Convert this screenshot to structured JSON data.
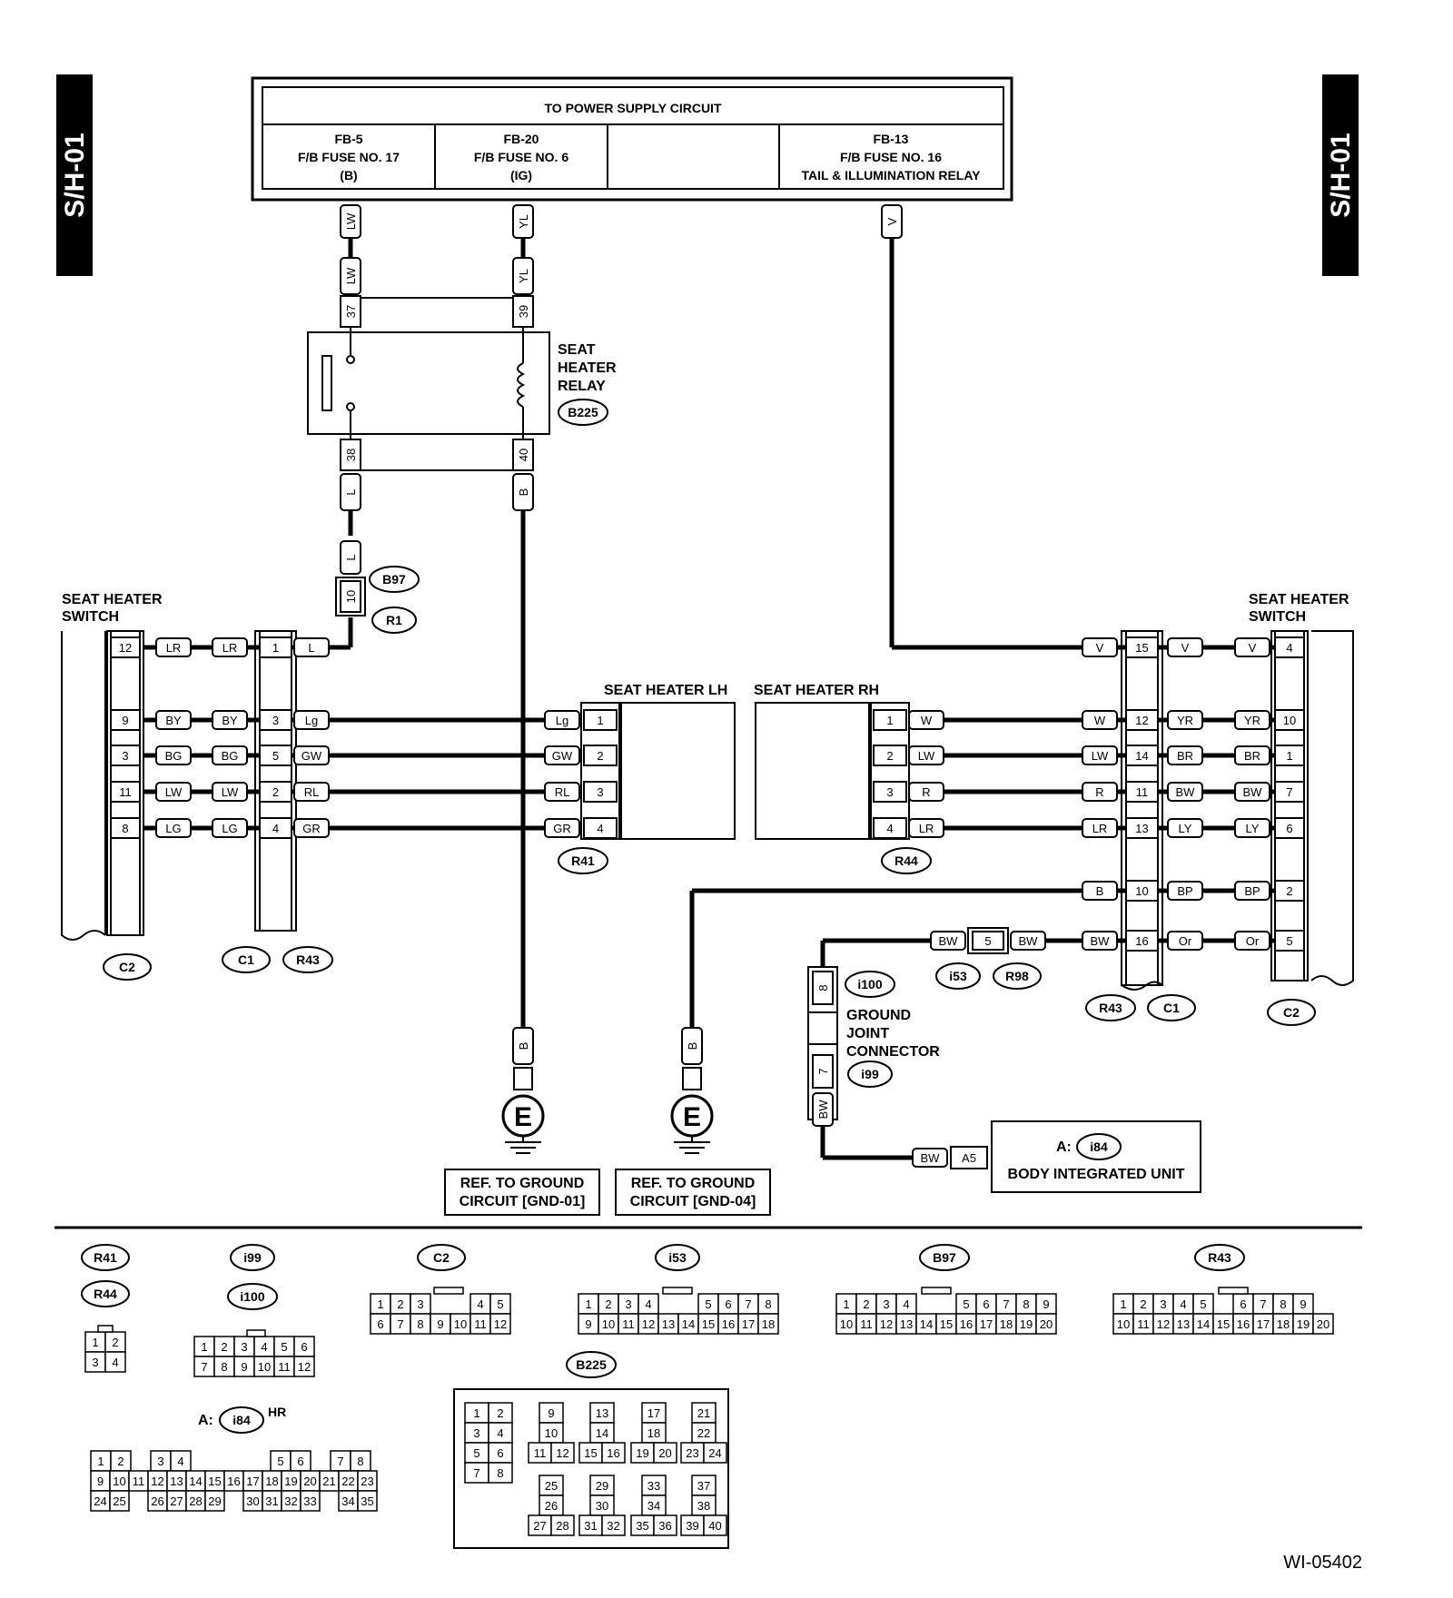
{
  "side_tab": "S/H-01",
  "power_box": {
    "title": "TO POWER SUPPLY CIRCUIT",
    "cells": [
      [
        "FB-5",
        "F/B FUSE NO. 17",
        "(B)"
      ],
      [
        "FB-20",
        "F/B FUSE NO. 6",
        "(IG)"
      ],
      [
        "",
        "",
        ""
      ],
      [
        "FB-13",
        "F/B FUSE NO. 16",
        "TAIL & ILLUMINATION RELAY"
      ]
    ]
  },
  "relay": {
    "lines": [
      "SEAT",
      "HEATER",
      "RELAY"
    ],
    "conn": "B225",
    "pin_a_top": "37",
    "pin_b_top": "39",
    "pin_a_bot": "38",
    "pin_b_bot": "40"
  },
  "wires_top": {
    "a": "LW",
    "b": "YL",
    "c": "V",
    "d": "L",
    "e": "B"
  },
  "b97": {
    "pin": "10",
    "c1": "B97",
    "c2": "R1"
  },
  "switch_title": [
    "SEAT HEATER",
    "SWITCH"
  ],
  "lh_switch": {
    "rows": [
      {
        "pin": "12",
        "w1": "LR",
        "w2": "LR",
        "p2": "1",
        "w3": "L"
      },
      {
        "pin": "9",
        "w1": "BY",
        "w2": "BY",
        "p2": "3",
        "w3": "Lg"
      },
      {
        "pin": "3",
        "w1": "BG",
        "w2": "BG",
        "p2": "5",
        "w3": "GW"
      },
      {
        "pin": "11",
        "w1": "LW",
        "w2": "LW",
        "p2": "2",
        "w3": "RL"
      },
      {
        "pin": "8",
        "w1": "LG",
        "w2": "LG",
        "p2": "4",
        "w3": "GR"
      }
    ],
    "c_left": "C2",
    "c_mid": "C1",
    "c_mid2": "R43"
  },
  "heater_lh": {
    "title": "SEAT HEATER LH",
    "conn": "R41",
    "rows": [
      {
        "w": "Lg",
        "p": "1"
      },
      {
        "w": "GW",
        "p": "2"
      },
      {
        "w": "RL",
        "p": "3"
      },
      {
        "w": "GR",
        "p": "4"
      }
    ]
  },
  "heater_rh": {
    "title": "SEAT HEATER RH",
    "conn": "R44",
    "rows": [
      {
        "p": "1",
        "w": "W"
      },
      {
        "p": "2",
        "w": "LW"
      },
      {
        "p": "3",
        "w": "R"
      },
      {
        "p": "4",
        "w": "LR"
      }
    ]
  },
  "rh_switch": {
    "rows": [
      {
        "w1": "V",
        "p1": "15",
        "w2": "V",
        "w3": "V",
        "p3": "4"
      },
      {
        "w1": "W",
        "p1": "12",
        "w2": "YR",
        "w3": "YR",
        "p3": "10"
      },
      {
        "w1": "LW",
        "p1": "14",
        "w2": "BR",
        "w3": "BR",
        "p3": "1"
      },
      {
        "w1": "R",
        "p1": "11",
        "w2": "BW",
        "w3": "BW",
        "p3": "7"
      },
      {
        "w1": "LR",
        "p1": "13",
        "w2": "LY",
        "w3": "LY",
        "p3": "6"
      },
      {
        "w1": "B",
        "p1": "10",
        "w2": "BP",
        "w3": "BP",
        "p3": "2"
      },
      {
        "w1": "BW",
        "p1": "16",
        "w2": "Or",
        "w3": "Or",
        "p3": "5"
      }
    ],
    "c_a": "R43",
    "c_b": "C1",
    "c_c": "C2"
  },
  "i53": {
    "w1": "BW",
    "pin": "5",
    "w2": "BW",
    "c1": "i53",
    "c2": "R98"
  },
  "gjc": {
    "pin_top": "8",
    "pin_bot": "7",
    "c_top": "i100",
    "c_bot": "i99",
    "lines": [
      "GROUND",
      "JOINT",
      "CONNECTOR"
    ],
    "wire": "BW"
  },
  "biu": {
    "prefix": "A:",
    "conn": "i84",
    "name": "BODY INTEGRATED UNIT",
    "wire": "BW",
    "pin": "A5"
  },
  "ground1": {
    "wire": "B",
    "sym": "E",
    "lines": [
      "REF. TO GROUND",
      "CIRCUIT [GND-01]"
    ]
  },
  "ground2": {
    "wire": "B",
    "sym": "E",
    "lines": [
      "REF. TO GROUND",
      "CIRCUIT [GND-04]"
    ]
  },
  "legend": {
    "r41": "R41",
    "r44": "R44",
    "i99": "i99",
    "i100": "i100",
    "c2": "C2",
    "i53": "i53",
    "b97": "B97",
    "r43": "R43",
    "b225": "B225",
    "i84_prefix": "A:",
    "i84": "i84",
    "hr": "HR"
  },
  "code": "WI-05402"
}
